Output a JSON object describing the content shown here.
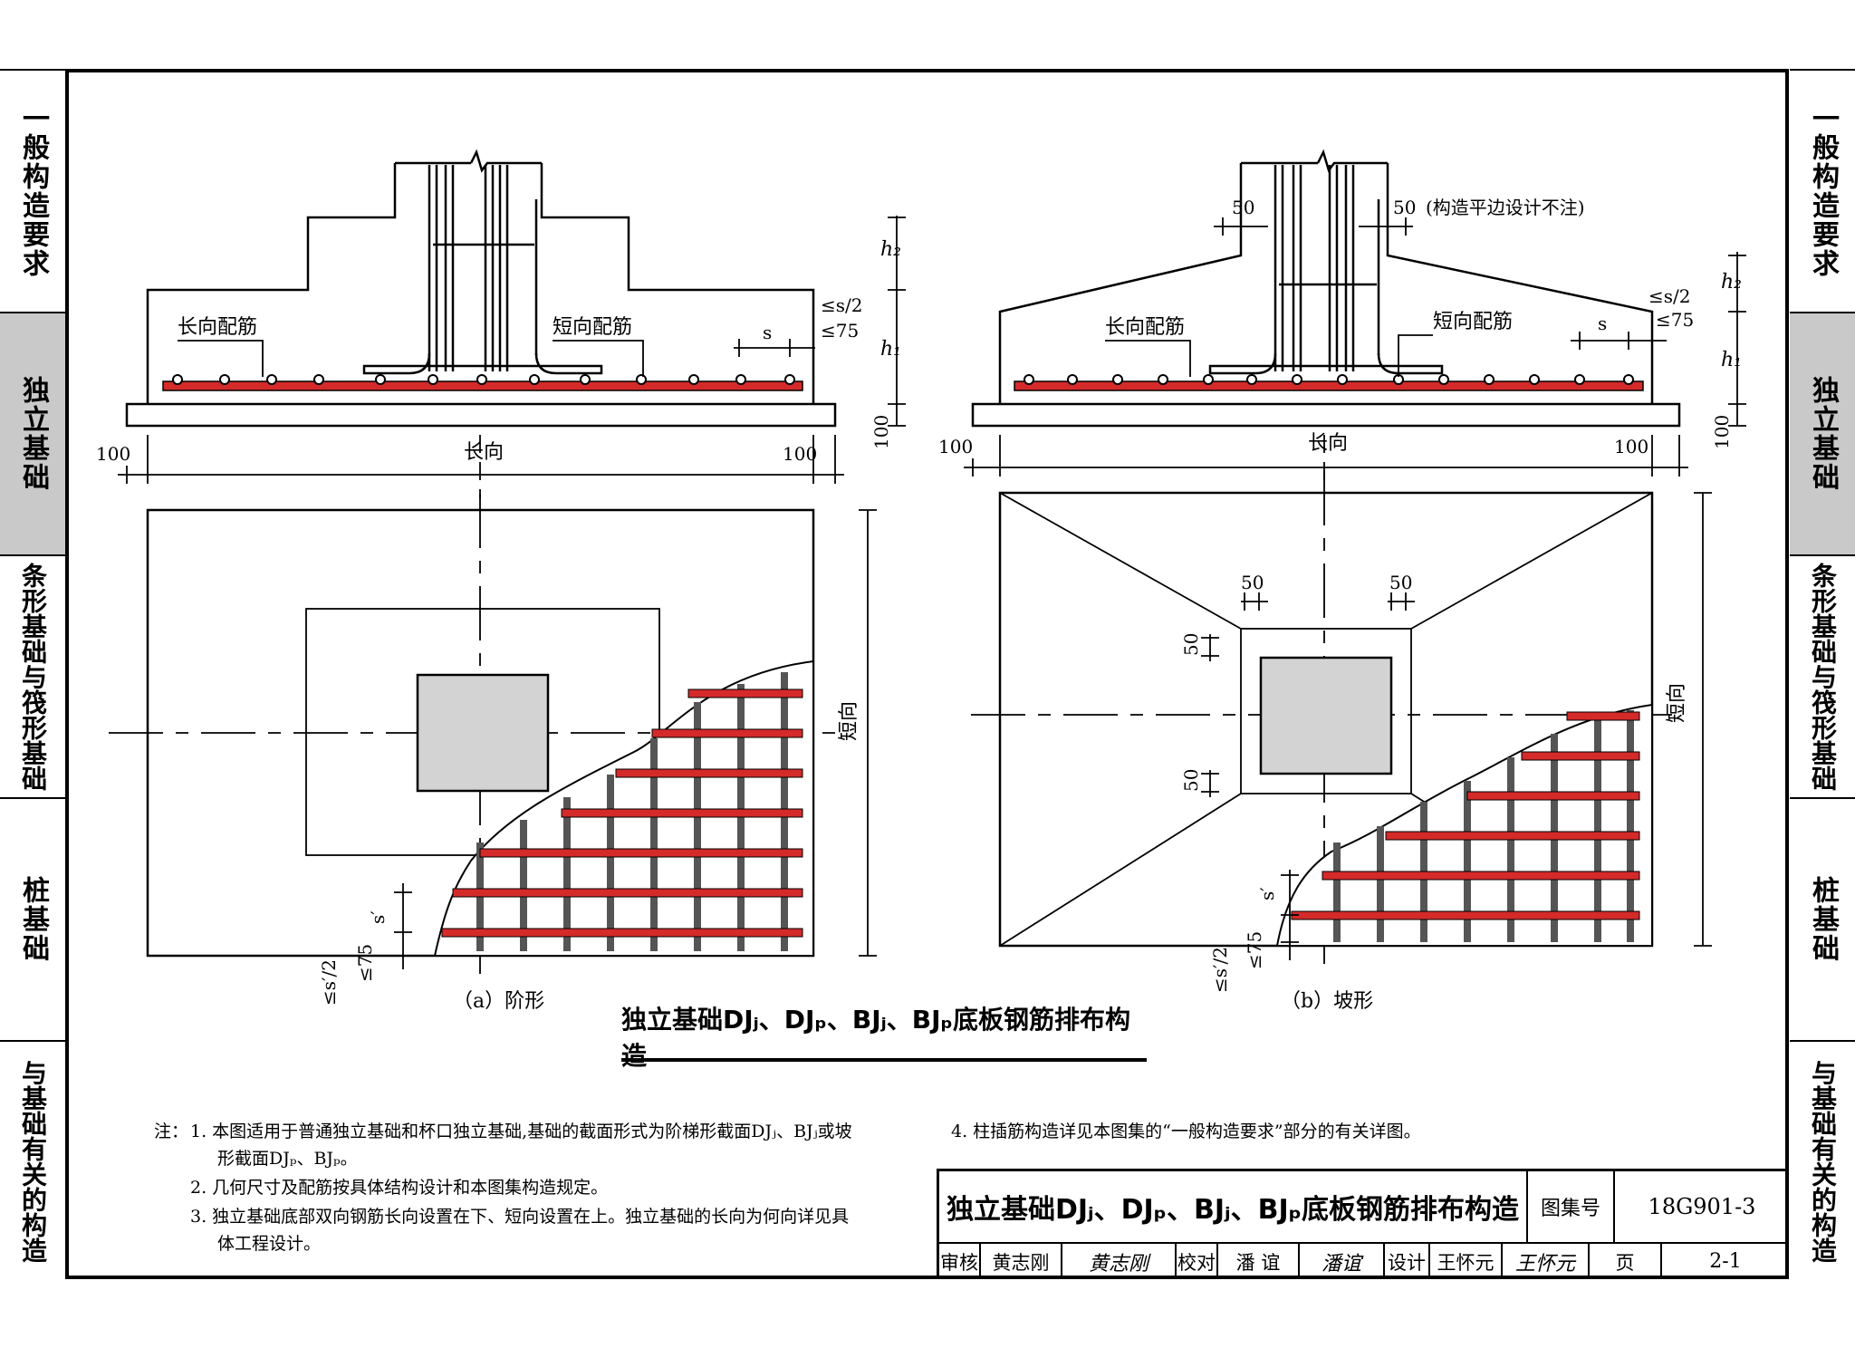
{
  "side_tabs": [
    {
      "label": "一般构造要求",
      "active": false
    },
    {
      "label": "独立基础",
      "active": true
    },
    {
      "label": "条形基础与筏形基础",
      "active": false
    },
    {
      "label": "桩基础",
      "active": false
    },
    {
      "label": "与基础有关的构造",
      "active": false
    }
  ],
  "drawing_a": {
    "long_rebar_label": "长向配筋",
    "short_rebar_label": "短向配筋",
    "s_label": "s",
    "s_half_label": "≤s/2",
    "le75_label": "≤75",
    "h1": "h₁",
    "h2": "h₂",
    "dim_100_left": "100",
    "dim_100_right": "100",
    "dim_100_vertical": "100",
    "long_dir": "长向",
    "short_dir": "短向",
    "s_prime": "s′",
    "s_prime_half": "≤s′/2",
    "s_prime_75": "≤75",
    "caption": "（a）阶形"
  },
  "drawing_b": {
    "long_rebar_label": "长向配筋",
    "short_rebar_label": "短向配筋",
    "dim_50_left": "50",
    "dim_50_right": "50",
    "note_50": "(构造平边设计不注)",
    "s_label": "s",
    "s_half_label": "≤s/2",
    "le75_label": "≤75",
    "h1": "h₁",
    "h2": "h₂",
    "dim_100_left": "100",
    "dim_100_right": "100",
    "dim_100_vertical": "100",
    "long_dir": "长向",
    "short_dir": "短向",
    "plan_50_a": "50",
    "plan_50_b": "50",
    "plan_50_c": "50",
    "plan_50_d": "50",
    "s_prime": "s′",
    "s_prime_half": "≤s′/2",
    "s_prime_75": "≤75",
    "caption": "（b）坡形"
  },
  "main_title": "独立基础DJⱼ、DJₚ、BJⱼ、BJₚ底板钢筋排布构造",
  "notes": {
    "prefix": "注：",
    "n1_line1": "1. 本图适用于普通独立基础和杯口独立基础,基础的截面形式为阶梯形截面DJⱼ、BJⱼ或坡",
    "n1_line2": "形截面DJₚ、BJₚ。",
    "n2": "2. 几何尺寸及配筋按具体结构设计和本图集构造规定。",
    "n3_line1": "3. 独立基础底部双向钢筋长向设置在下、短向设置在上。独立基础的长向为何向详见具",
    "n3_line2": "体工程设计。",
    "n4": "4. 柱插筋构造详见本图集的“一般构造要求”部分的有关详图。"
  },
  "title_block": {
    "title": "独立基础DJⱼ、DJₚ、BJⱼ、BJₚ底板钢筋排布构造",
    "atlas_label": "图集号",
    "atlas_no": "18G901-3",
    "review_label": "审核",
    "reviewer": "黄志刚",
    "reviewer_sig": "黄志刚",
    "check_label": "校对",
    "checker": "潘 谊",
    "checker_sig": "潘谊",
    "design_label": "设计",
    "designer": "王怀元",
    "designer_sig": "王怀元",
    "page_label": "页",
    "page_no": "2-1"
  },
  "colors": {
    "rebar": "#d42a2a",
    "column": "#d3d3d3",
    "tab_active": "#c9c9c9"
  }
}
